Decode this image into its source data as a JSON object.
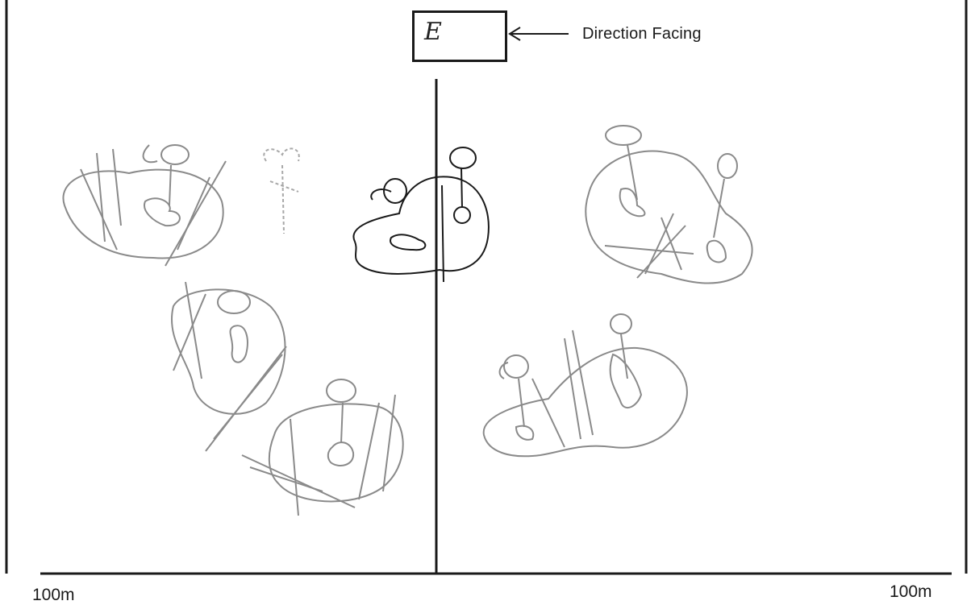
{
  "direction": {
    "letter": "E",
    "label": "Direction Facing"
  },
  "scale": {
    "left": "100m",
    "right": "100m"
  },
  "colors": {
    "ink": "#1a1a1a",
    "sketch": "#8a8a8a",
    "sketch_light": "#a8a8a8"
  }
}
